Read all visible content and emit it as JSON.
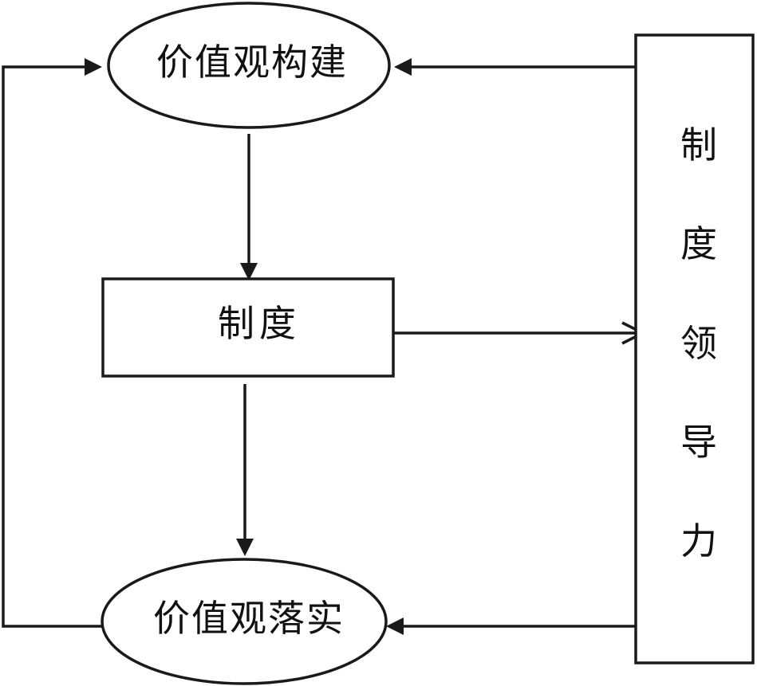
{
  "nodes": {
    "value_construction": "价值观构建",
    "system": "制度",
    "value_implementation": "价值观落实",
    "leadership_chars": [
      "制",
      "度",
      "领",
      "导",
      "力"
    ]
  },
  "colors": {
    "stroke": "#1a1a1a",
    "text": "#111111",
    "background": "#ffffff"
  }
}
